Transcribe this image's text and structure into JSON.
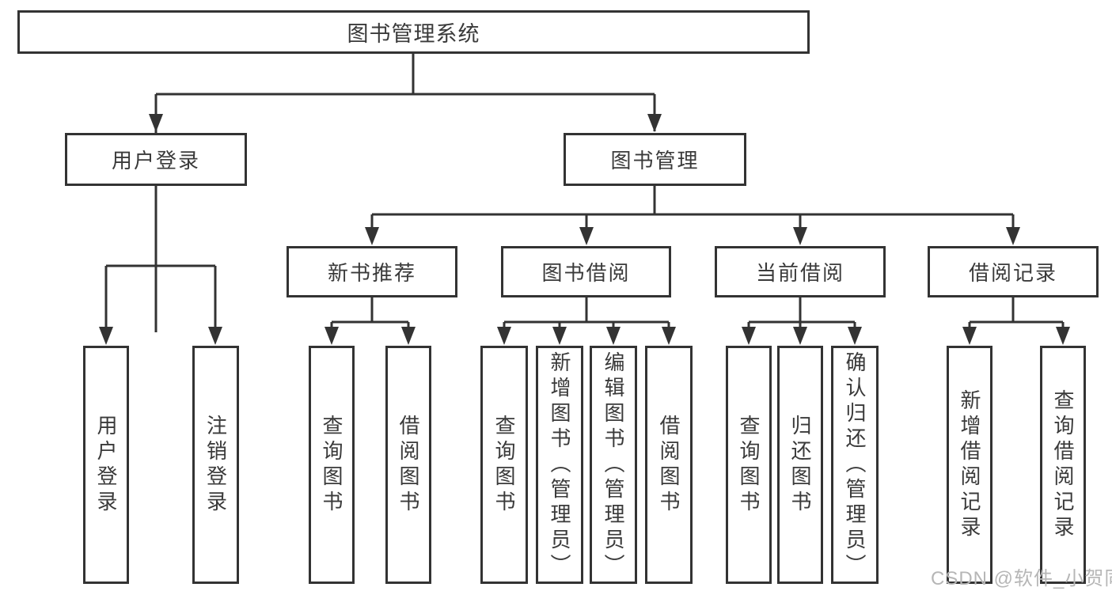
{
  "tree": {
    "root": "图书管理系统",
    "children": [
      {
        "label": "用户登录",
        "children": [
          "用户登录",
          "注销登录"
        ]
      },
      {
        "label": "图书管理",
        "children": [
          {
            "label": "新书推荐",
            "children": [
              "查询图书",
              "借阅图书"
            ]
          },
          {
            "label": "图书借阅",
            "children": [
              "查询图书",
              "新增图书（管理员）",
              "编辑图书（管理员）",
              "借阅图书"
            ]
          },
          {
            "label": "当前借阅",
            "children": [
              "查询图书",
              "归还图书",
              "确认归还（管理员）"
            ]
          },
          {
            "label": "借阅记录",
            "children": [
              "新增借阅记录",
              "查询借阅记录"
            ]
          }
        ]
      }
    ]
  },
  "watermark": {
    "text": "CSDN @软件_小贺同学",
    "color": "#b6b6b6"
  },
  "style": {
    "line_color": "#333333",
    "text_color": "#3a3a3a",
    "box_background": "#ffffff"
  }
}
